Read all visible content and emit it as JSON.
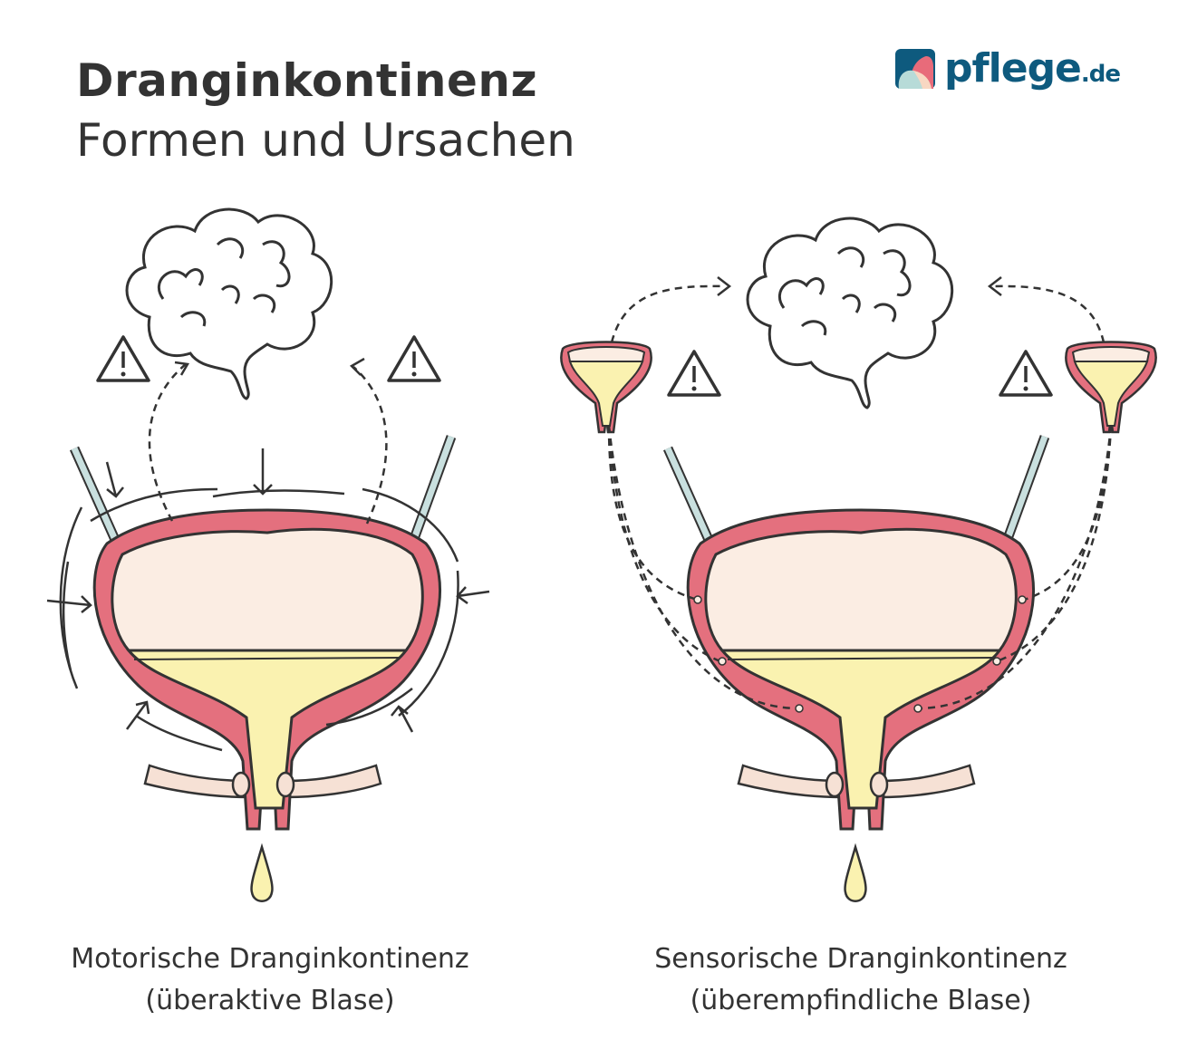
{
  "header": {
    "title": "Dranginkontinenz",
    "subtitle": "Formen und Ursachen"
  },
  "logo": {
    "name": "pflege",
    "tld": ".de",
    "brand_color": "#0e5a7e"
  },
  "panels": [
    {
      "caption_line1": "Motorische Dranginkontinenz",
      "caption_line2": "(überaktive Blase)"
    },
    {
      "caption_line1": "Sensorische Dranginkontinenz",
      "caption_line2": "(überempfindliche Blase)"
    }
  ],
  "colors": {
    "bladder_wall": "#e4707e",
    "bladder_cavity": "#fbede3",
    "urine": "#faf2b0",
    "ureter": "#c9e0df",
    "sphincter": "#f6e1d5",
    "outline": "#333333"
  },
  "icons": [
    "brain-icon",
    "warning-icon",
    "drop-icon",
    "bladder-icon"
  ]
}
